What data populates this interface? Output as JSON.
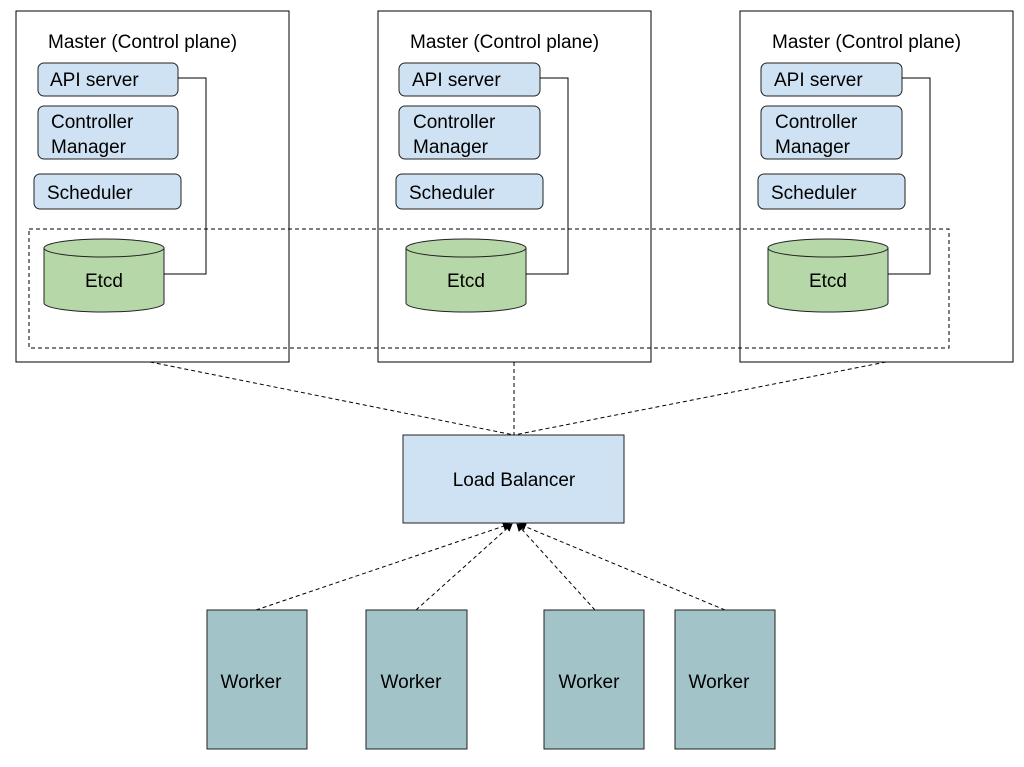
{
  "masters": [
    {
      "title": "Master (Control plane)",
      "api_server": "API server",
      "controller_manager": [
        "Controller",
        "Manager"
      ],
      "scheduler": "Scheduler",
      "etcd": "Etcd"
    },
    {
      "title": "Master (Control plane)",
      "api_server": "API server",
      "controller_manager": [
        "Controller",
        "Manager"
      ],
      "scheduler": "Scheduler",
      "etcd": "Etcd"
    },
    {
      "title": "Master (Control plane)",
      "api_server": "API server",
      "controller_manager": [
        "Controller",
        "Manager"
      ],
      "scheduler": "Scheduler",
      "etcd": "Etcd"
    }
  ],
  "load_balancer": "Load Balancer",
  "workers": [
    "Worker",
    "Worker",
    "Worker",
    "Worker"
  ],
  "colors": {
    "component_fill": "#cfe2f3",
    "etcd_fill": "#b6d7a8",
    "worker_fill": "#a2c4c9"
  }
}
